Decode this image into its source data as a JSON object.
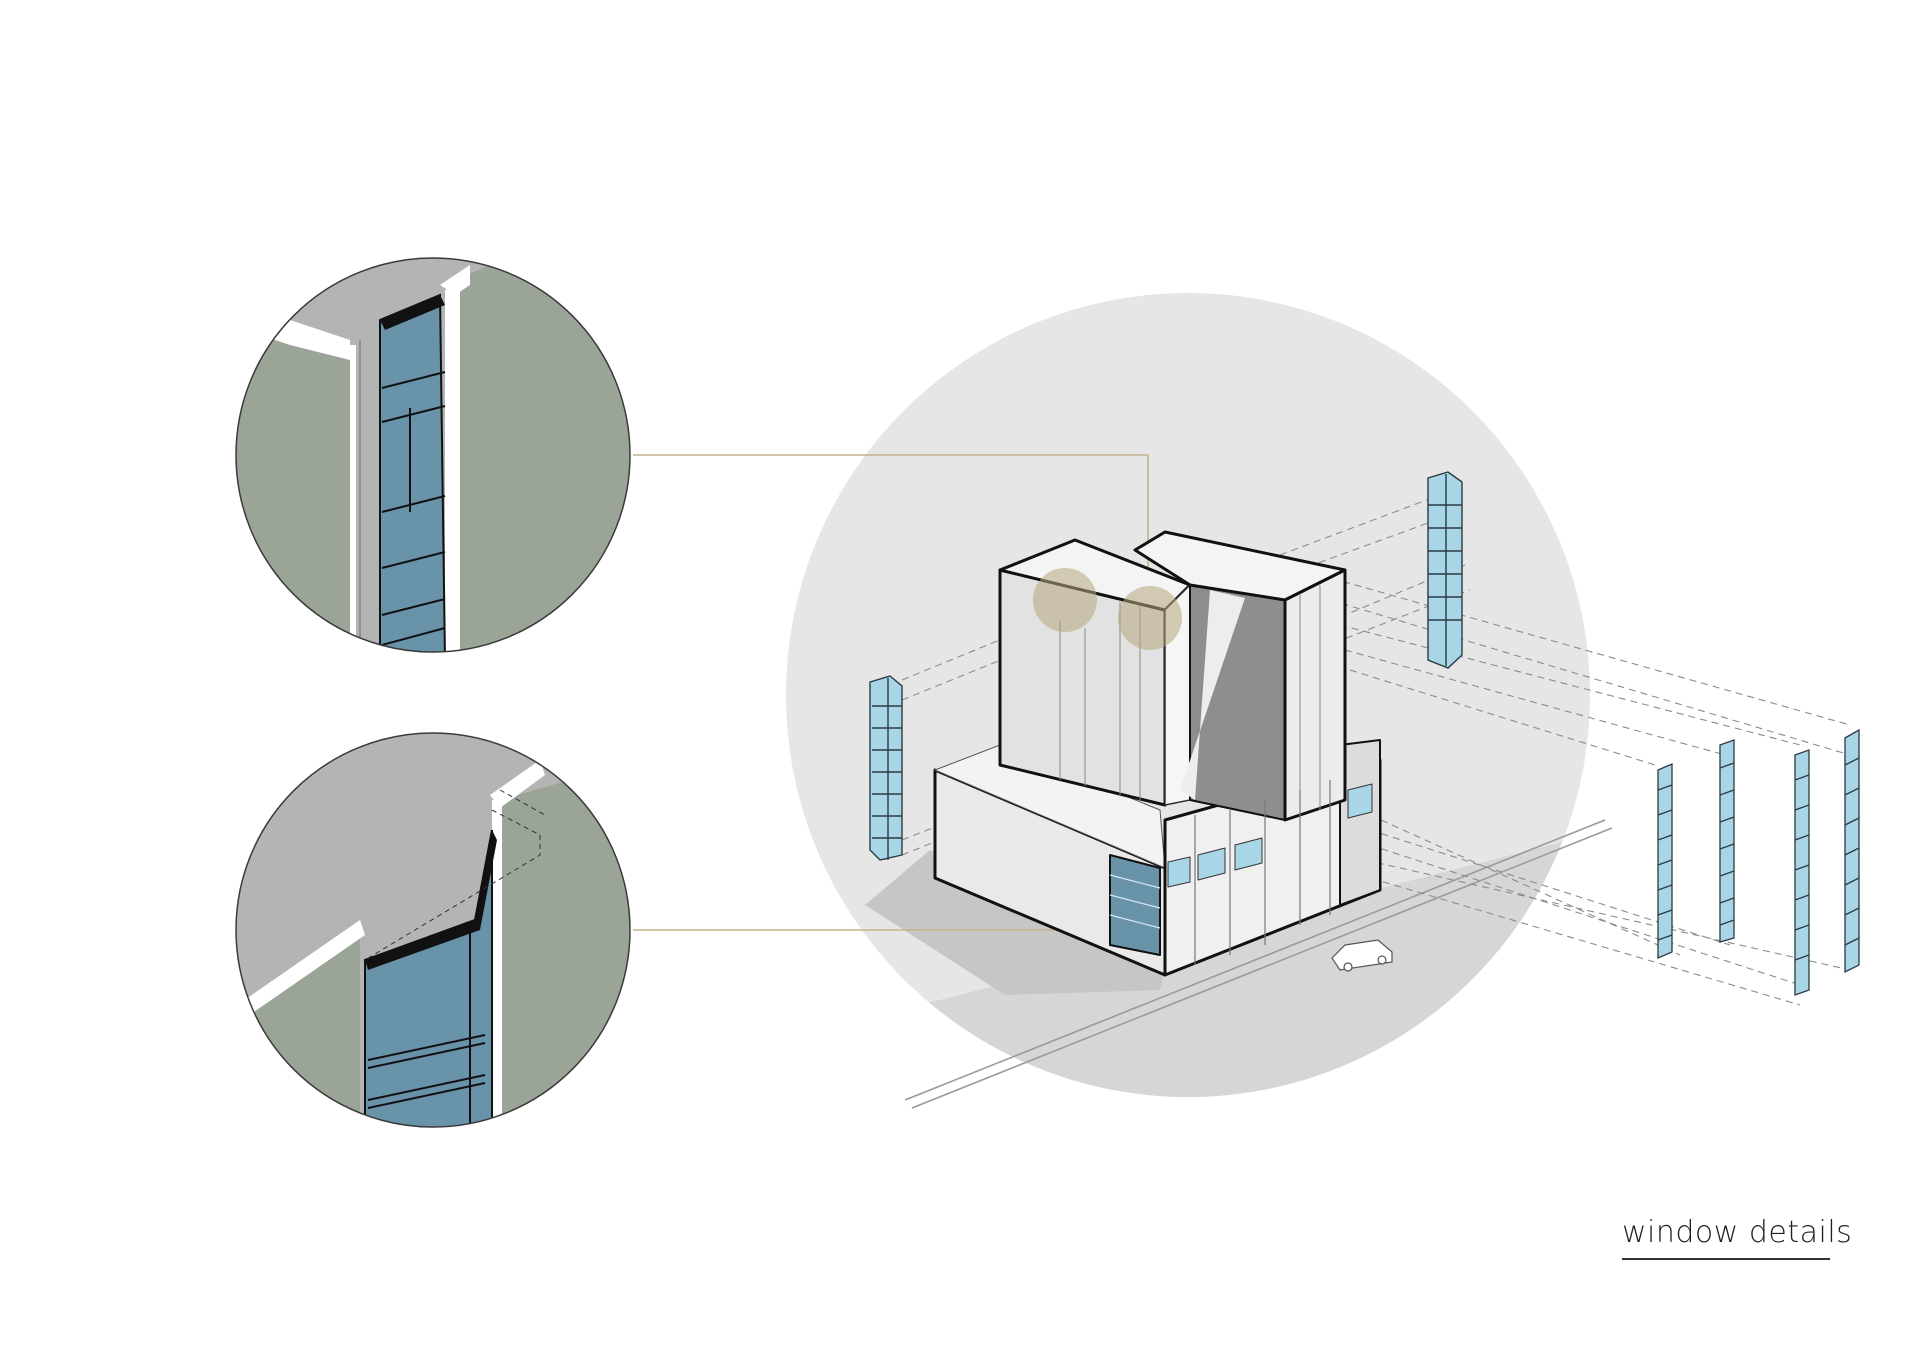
{
  "caption": {
    "text": "window details"
  },
  "colors": {
    "background": "#ffffff",
    "focus_disc": "#e6e6e6",
    "detail_wall": "#9aa598",
    "detail_slab": "#b4b4b4",
    "glass": "#6893a8",
    "glass_light": "#a8d6e6",
    "leader_line": "#c4b48e",
    "highlight_marker": "#b6a57e"
  },
  "icons": {
    "detail_top": "window-corner-detail",
    "detail_bottom": "window-bay-detail",
    "building": "isometric-building",
    "car": "car-icon"
  }
}
